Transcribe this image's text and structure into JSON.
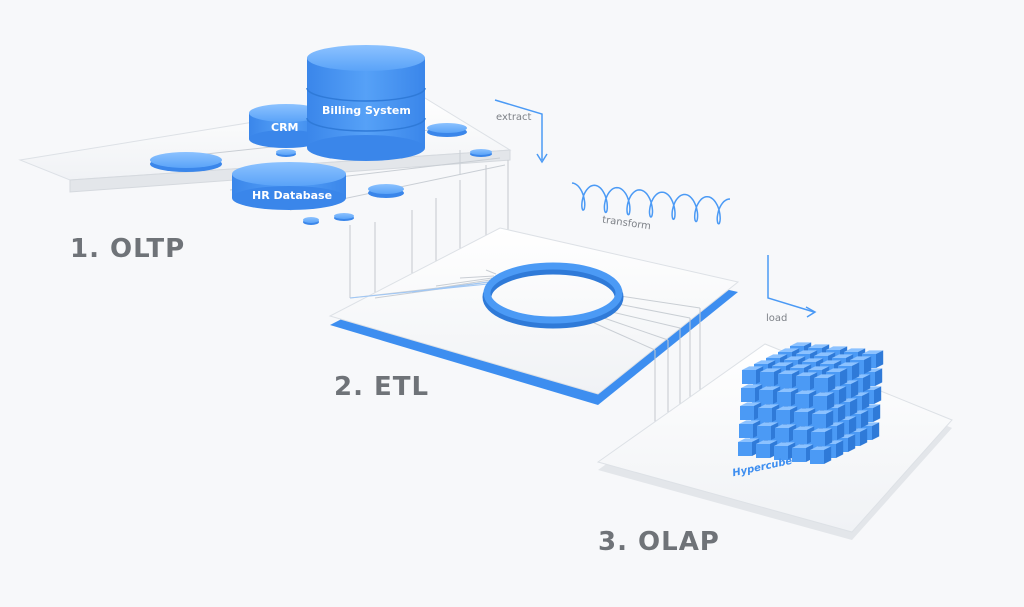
{
  "stages": {
    "oltp": "1. OLTP",
    "etl": "2. ETL",
    "olap": "3. OLAP"
  },
  "databases": {
    "billing": "Billing System",
    "crm": "CRM",
    "hr": "HR Database"
  },
  "flows": {
    "extract": "extract",
    "transform": "transform",
    "load": "load"
  },
  "olap": {
    "cube_label": "Hypercube"
  },
  "colors": {
    "accent": "#3d8ef0",
    "accent_dark": "#2f7ad8",
    "accent_light": "#6fb0ff",
    "platform": "#ffffff",
    "platform_edge": "#d9dde2",
    "label_gray": "#6f7378",
    "line_gray": "#bfc4ca"
  }
}
